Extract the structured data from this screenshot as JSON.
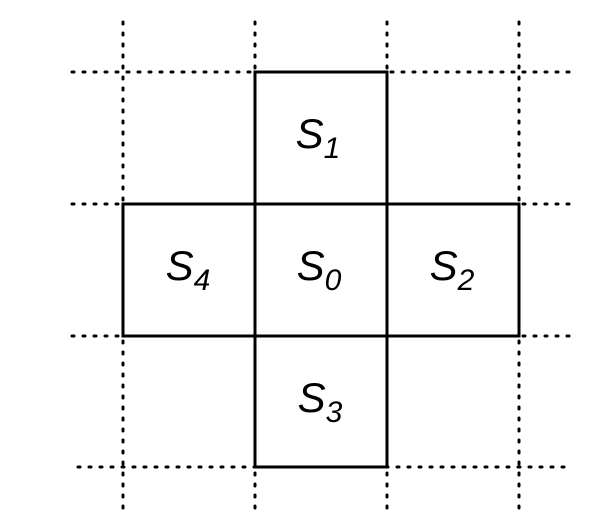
{
  "diagram": {
    "colors": {
      "line": "#000000",
      "background": "#ffffff"
    },
    "cells": [
      {
        "id": "s0",
        "base": "S",
        "subscript": "0"
      },
      {
        "id": "s1",
        "base": "S",
        "subscript": "1"
      },
      {
        "id": "s2",
        "base": "S",
        "subscript": "2"
      },
      {
        "id": "s3",
        "base": "S",
        "subscript": "3"
      },
      {
        "id": "s4",
        "base": "S",
        "subscript": "4"
      }
    ]
  }
}
